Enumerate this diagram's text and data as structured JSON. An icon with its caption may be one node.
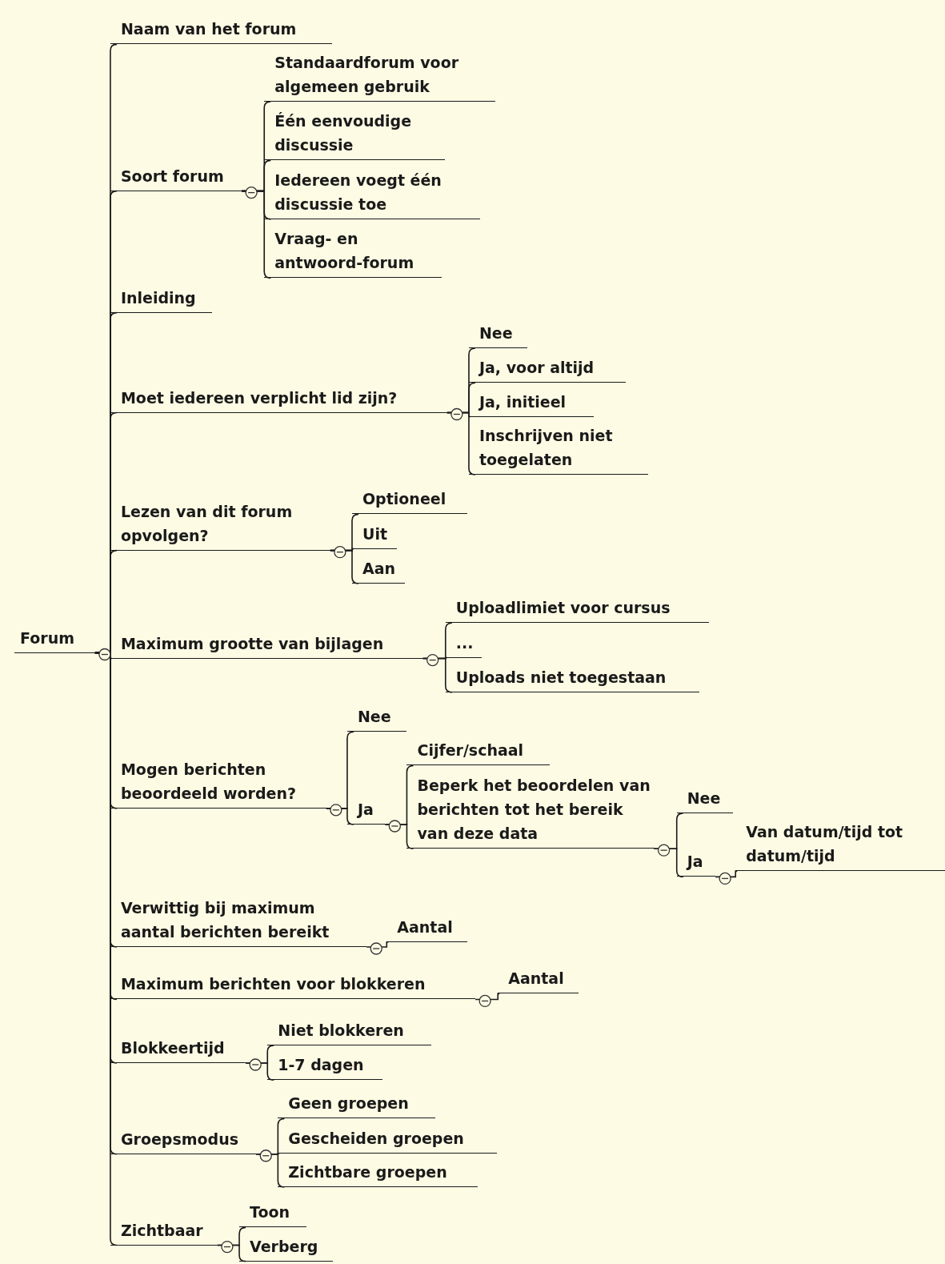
{
  "diagram": {
    "nodes": [
      {
        "text": [
          "Forum"
        ]
      },
      {
        "text": [
          "Naam van het forum"
        ]
      },
      {
        "text": [
          "Soort forum"
        ]
      },
      {
        "text": [
          "Standaardforum voor algemeen gebruik"
        ]
      },
      {
        "text": [
          "Één eenvoudige discussie"
        ]
      },
      {
        "text": [
          "Iedereen voegt één discussie toe"
        ]
      },
      {
        "text": [
          "Vraag- en antwoord-forum"
        ]
      },
      {
        "text": [
          "Inleiding"
        ]
      },
      {
        "text": [
          "Moet iedereen verplicht lid zijn?"
        ]
      },
      {
        "text": [
          "Nee"
        ]
      },
      {
        "text": [
          "Ja, voor altijd"
        ]
      },
      {
        "text": [
          "Ja, initieel"
        ]
      },
      {
        "text": [
          "Inschrijven niet toegelaten"
        ]
      },
      {
        "text": [
          "Lezen van dit forum opvolgen?"
        ]
      },
      {
        "text": [
          "Optioneel"
        ]
      },
      {
        "text": [
          "Uit"
        ]
      },
      {
        "text": [
          "Aan"
        ]
      },
      {
        "text": [
          "Maximum grootte van bijlagen"
        ]
      },
      {
        "text": [
          "Uploadlimiet voor cursus"
        ]
      },
      {
        "text": [
          "..."
        ]
      },
      {
        "text": [
          "Uploads niet toegestaan"
        ]
      },
      {
        "text": [
          "Mogen berichten beoordeeld worden?"
        ]
      },
      {
        "text": [
          "Nee"
        ]
      },
      {
        "text": [
          "Ja"
        ]
      },
      {
        "text": [
          "Cijfer/schaal"
        ]
      },
      {
        "text": [
          "Beperk het beoordelen van berichten tot het bereik van deze data"
        ]
      },
      {
        "text": [
          "Nee"
        ]
      },
      {
        "text": [
          "Ja"
        ]
      },
      {
        "text": [
          "Van datum/tijd tot datum/tijd"
        ]
      },
      {
        "text": [
          "Verwittig bij maximum aantal berichten bereikt"
        ]
      },
      {
        "text": [
          "Aantal"
        ]
      },
      {
        "text": [
          "Maximum berichten voor blokkeren"
        ]
      },
      {
        "text": [
          "Aantal"
        ]
      },
      {
        "text": [
          "Blokkeertijd"
        ]
      },
      {
        "text": [
          "Niet blokkeren"
        ]
      },
      {
        "text": [
          "1-7 dagen"
        ]
      },
      {
        "text": [
          "Groepsmodus"
        ]
      },
      {
        "text": [
          "Geen groepen"
        ]
      },
      {
        "text": [
          "Gescheiden groepen"
        ]
      },
      {
        "text": [
          "Zichtbare groepen"
        ]
      },
      {
        "text": [
          "Zichtbaar"
        ]
      },
      {
        "text": [
          "Toon"
        ]
      },
      {
        "text": [
          "Verberg"
        ]
      }
    ],
    "edges": [
      {
        "from": 0,
        "to": 1,
        "arrow": "none"
      },
      {
        "from": 0,
        "to": 2,
        "arrow": "none"
      },
      {
        "from": 2,
        "to": 3,
        "arrow": "none"
      },
      {
        "from": 2,
        "to": 4,
        "arrow": "none"
      },
      {
        "from": 2,
        "to": 5,
        "arrow": "none"
      },
      {
        "from": 2,
        "to": 6,
        "arrow": "none"
      },
      {
        "from": 0,
        "to": 7,
        "arrow": "none"
      },
      {
        "from": 0,
        "to": 8,
        "arrow": "none"
      },
      {
        "from": 8,
        "to": 9,
        "arrow": "none"
      },
      {
        "from": 8,
        "to": 10,
        "arrow": "none"
      },
      {
        "from": 8,
        "to": 11,
        "arrow": "none"
      },
      {
        "from": 8,
        "to": 12,
        "arrow": "none"
      },
      {
        "from": 0,
        "to": 13,
        "arrow": "none"
      },
      {
        "from": 13,
        "to": 14,
        "arrow": "none"
      },
      {
        "from": 13,
        "to": 15,
        "arrow": "none"
      },
      {
        "from": 13,
        "to": 16,
        "arrow": "none"
      },
      {
        "from": 0,
        "to": 17,
        "arrow": "none"
      },
      {
        "from": 17,
        "to": 18,
        "arrow": "none"
      },
      {
        "from": 17,
        "to": 19,
        "arrow": "none"
      },
      {
        "from": 17,
        "to": 20,
        "arrow": "none"
      },
      {
        "from": 0,
        "to": 21,
        "arrow": "none"
      },
      {
        "from": 21,
        "to": 22,
        "arrow": "none"
      },
      {
        "from": 21,
        "to": 23,
        "arrow": "none"
      },
      {
        "from": 23,
        "to": 24,
        "arrow": "none"
      },
      {
        "from": 23,
        "to": 25,
        "arrow": "none"
      },
      {
        "from": 25,
        "to": 26,
        "arrow": "none"
      },
      {
        "from": 25,
        "to": 27,
        "arrow": "none"
      },
      {
        "from": 27,
        "to": 28,
        "arrow": "none"
      },
      {
        "from": 0,
        "to": 29,
        "arrow": "none"
      },
      {
        "from": 29,
        "to": 30,
        "arrow": "none"
      },
      {
        "from": 0,
        "to": 31,
        "arrow": "none"
      },
      {
        "from": 31,
        "to": 32,
        "arrow": "none"
      },
      {
        "from": 0,
        "to": 33,
        "arrow": "none"
      },
      {
        "from": 33,
        "to": 34,
        "arrow": "none"
      },
      {
        "from": 33,
        "to": 35,
        "arrow": "none"
      },
      {
        "from": 0,
        "to": 36,
        "arrow": "none"
      },
      {
        "from": 36,
        "to": 37,
        "arrow": "none"
      },
      {
        "from": 36,
        "to": 38,
        "arrow": "none"
      },
      {
        "from": 36,
        "to": 39,
        "arrow": "none"
      },
      {
        "from": 0,
        "to": 40,
        "arrow": "none"
      },
      {
        "from": 40,
        "to": 41,
        "arrow": "none"
      },
      {
        "from": 40,
        "to": 42,
        "arrow": "none"
      }
    ]
  }
}
